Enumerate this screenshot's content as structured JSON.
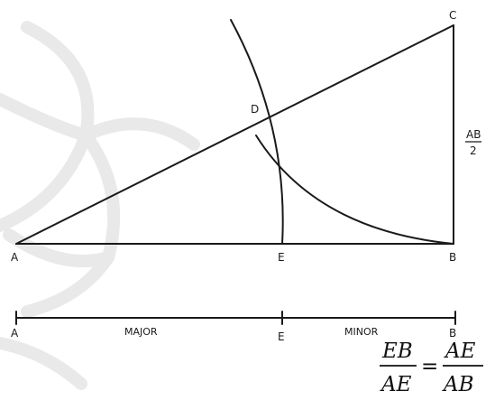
{
  "points": {
    "a": "A",
    "b": "B",
    "c": "C",
    "d": "D",
    "e": "E"
  },
  "side_label": {
    "numerator": "AB",
    "denominator": "2"
  },
  "segment": {
    "a": "A",
    "e": "E",
    "b": "B",
    "major": "MAJOR",
    "minor": "MINOR"
  },
  "equation": {
    "left_num": "EB",
    "left_den": "AE",
    "equals": "=",
    "right_num": "AE",
    "right_den": "AB"
  },
  "colors": {
    "line": "#1a1a1a",
    "watermark": "#e9e9e9"
  }
}
